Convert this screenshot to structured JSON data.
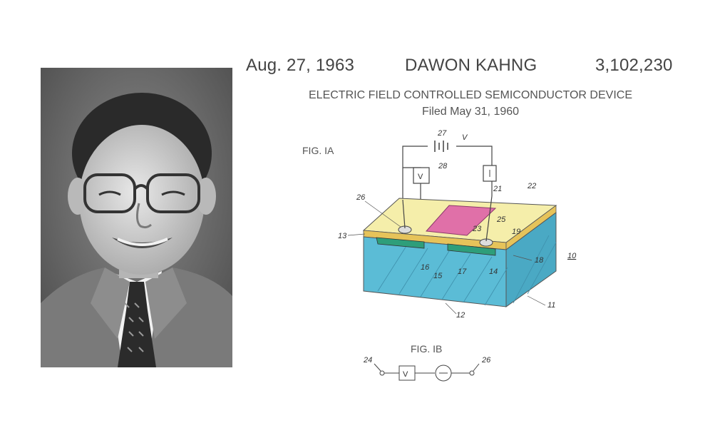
{
  "header": {
    "date": "Aug. 27, 1963",
    "inventor": "DAWON KAHNG",
    "patent_number": "3,102,230"
  },
  "patent": {
    "title": "ELECTRIC FIELD CONTROLLED SEMICONDUCTOR DEVICE",
    "filed": "Filed May 31, 1960"
  },
  "figures": {
    "fig1a_label": "FIG. IA",
    "fig1b_label": "FIG. IB"
  },
  "refs": {
    "r27": "27",
    "rV": "V",
    "r28": "28",
    "r21": "21",
    "r22": "22",
    "r26": "26",
    "r25": "25",
    "r23": "23",
    "r19": "19",
    "r13": "13",
    "r16": "16",
    "r15": "15",
    "r17": "17",
    "r14": "14",
    "r18": "18",
    "r10": "10",
    "r11": "11",
    "r12": "12",
    "r24b": "24",
    "r26b": "26"
  },
  "colors": {
    "top_surface": "#f5eeaa",
    "oxide_layer": "#e6c35a",
    "substrate": "#5bbcd6",
    "gate": "#e070a8",
    "diffusion": "#2e9e7a"
  },
  "icons": [
    "portrait-photo",
    "semiconductor-device-diagram",
    "circuit-diagram"
  ]
}
